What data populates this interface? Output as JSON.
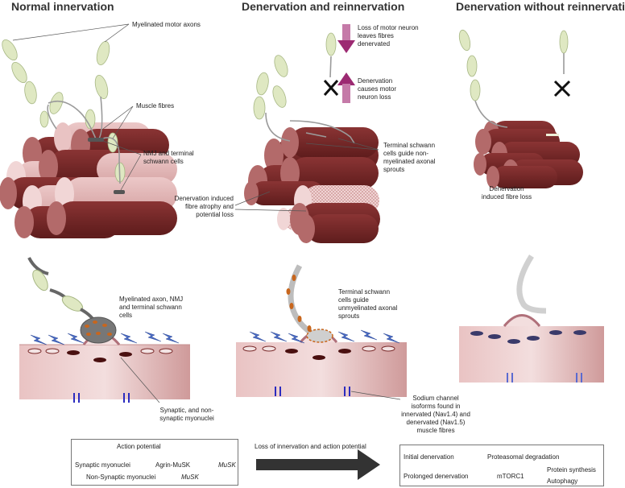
{
  "titles": {
    "normal": "Normal innervation",
    "reinnervation": "Denervation and reinnervation",
    "no_reinnervation": "Denervation without reinnervation"
  },
  "labels": {
    "myelinated_motor_axons": "Myelinated motor axons",
    "muscle_fibres": "Muscle fibres",
    "nmj_terminal": "NMJ and terminal schwann cells",
    "loss_motor_neuron": "Loss of motor neuron leaves fibres denervated",
    "denervation_causes": "Denervation causes motor neuron loss",
    "terminal_schwann_guide": "Terminal schwann cells guide non-myelinated axonal sprouts",
    "denervation_atrophy": "Denervation induced fibre atrophy and potential loss",
    "denervation_fibre_loss": "Denervation induced fibre loss",
    "myelinated_axon_nmj": "Myelinated axon, NMJ and terminal schwann cells",
    "terminal_schwann_unmyelinated": "Terminal schwann cells guide unmyelinated axonal sprouts",
    "synaptic_myonuclei": "Synaptic, and non-synaptic myonuclei",
    "sodium_channel": "Sodium channel isoforms found in innervated (Nav1.4) and denervated (Nav1.5) muscle fibres"
  },
  "legend": {
    "action_potential": "Action potential",
    "synaptic_myonuclei": "Synaptic myonuclei",
    "agrin_musk": "Agrin-MuSK",
    "musk": "MuSK",
    "non_synaptic_myonuclei": "Non-Synaptic myonuclei",
    "musk2": "MuSK"
  },
  "arrow_label": "Loss of innervation and action potential",
  "right_box": {
    "initial": "Initial denervation",
    "proteasomal": "Proteasomal degradation",
    "prolonged": "Prolonged denervation",
    "mtorc1": "mTORC1",
    "protein_synthesis": "Protein synthesis",
    "autophagy": "Autophagy"
  },
  "colors": {
    "fibre_dark": "#7a2a2a",
    "fibre_light": "#e2b8b8",
    "schwann": "#dfe8c2",
    "arrow_magenta": "#9c2a72",
    "lightning": "#4a6bc4",
    "channel": "#2b2bbf"
  }
}
